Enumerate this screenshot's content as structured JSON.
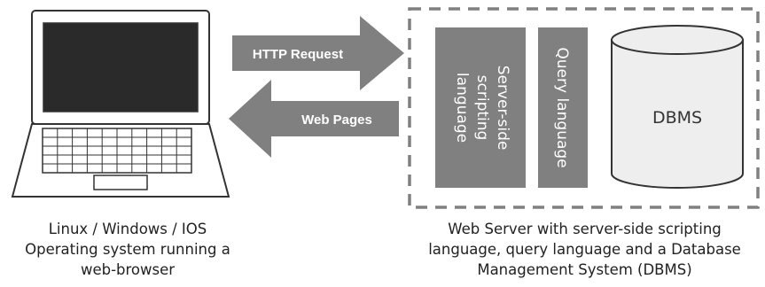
{
  "arrows": {
    "request_label": "HTTP Request",
    "response_label": "Web Pages"
  },
  "server": {
    "scripting_label_lines": [
      "Server-side",
      "scripting",
      "language"
    ],
    "query_label": "Query language",
    "dbms_label": "DBMS"
  },
  "client_caption": [
    "Linux / Windows / IOS",
    "Operating system running a",
    "web-browser"
  ],
  "server_caption": [
    "Web Server with server-side scripting",
    "language, query language and a Database",
    "Management System (DBMS)"
  ],
  "colors": {
    "arrow": "#808080",
    "block": "#808080",
    "outline": "#333333",
    "dashed_border": "#808080",
    "dbms_fill": "#eeeeee"
  }
}
